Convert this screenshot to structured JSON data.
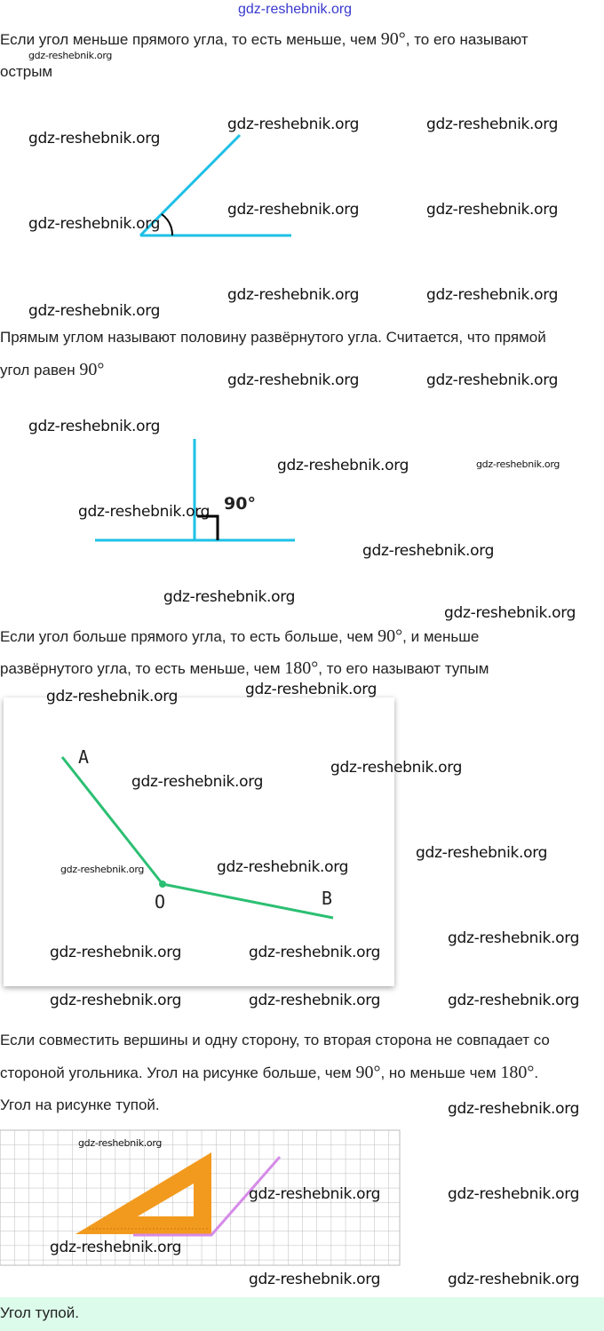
{
  "site": "gdz-reshebnik.org",
  "watermark": "gdz-reshebnik.org",
  "paragraphs": {
    "acute_1": "Если угол меньше прямого угла, то есть меньше, чем ",
    "acute_deg": "90°",
    "acute_2": ", то его называют",
    "acute_3": "острым",
    "right_1": "Прямым углом называют половину развёрнутого угла. Считается, что прямой",
    "right_2": "угол равен ",
    "right_deg": "90°",
    "obtuse_1": "Если угол больше прямого угла, то есть больше, чем ",
    "obtuse_deg1": "90°",
    "obtuse_2": ", и меньше",
    "obtuse_3": "развёрнутого угла, то есть меньше, чем ",
    "obtuse_deg2": "180°",
    "obtuse_4": ", то его называют тупым",
    "compare_1": "Если совместить вершины и одну сторону, то вторая сторона не совпадает со",
    "compare_2": "стороной угольника. Угол на рисунке больше, чем ",
    "compare_deg1": "90°",
    "compare_3": ", но меньше чем ",
    "compare_deg2": "180°",
    "compare_4": ".",
    "compare_5": "Угол на рисунке тупой."
  },
  "figures": {
    "right_angle_label": "90°",
    "point_a": "A",
    "point_o": "O",
    "point_b": "B"
  },
  "answer": "Угол тупой.",
  "colors": {
    "cyan": "#1ec0e6",
    "green": "#2bbf72",
    "orange": "#f29a1e",
    "violet": "#d58be8",
    "answer_bg": "#dcfbea"
  }
}
